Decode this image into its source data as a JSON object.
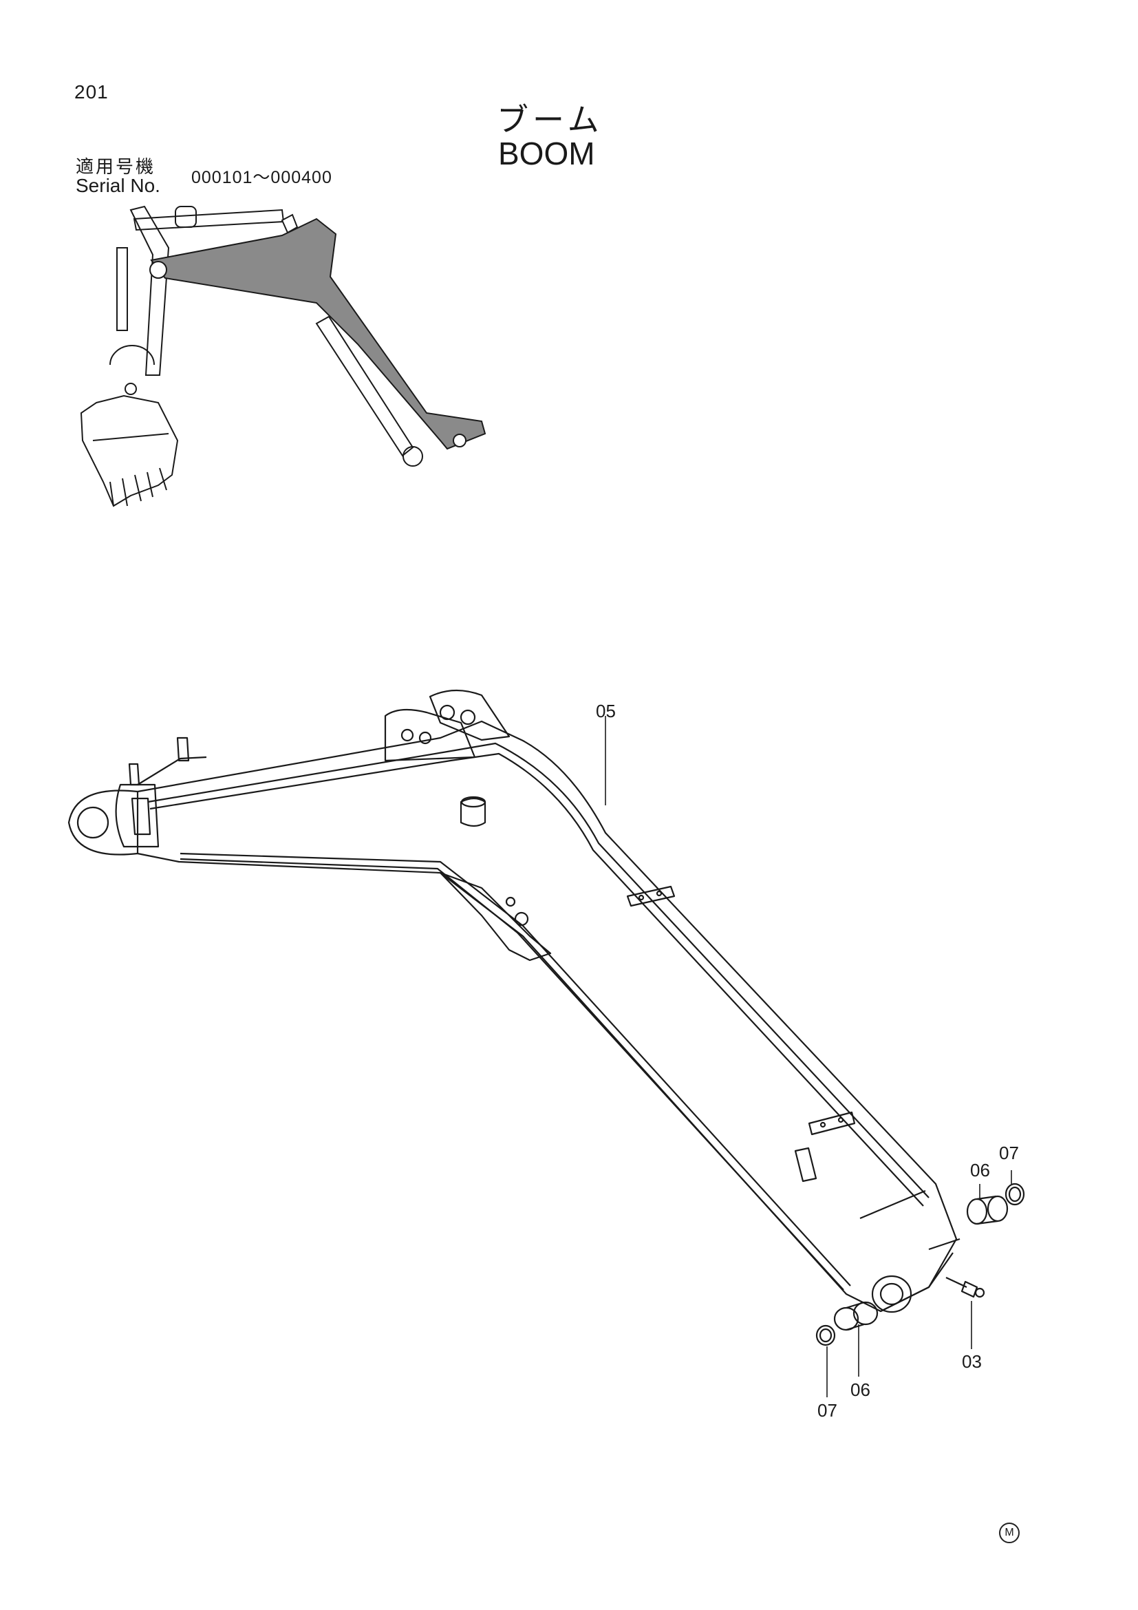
{
  "header": {
    "page_number": "201",
    "title_ja": "ブーム",
    "title_en": "BOOM",
    "serial_label_ja": "適用号機",
    "serial_label_en": "Serial No.",
    "serial_range": "000101～000400"
  },
  "callouts": {
    "boom": "05",
    "bushing_right": "06",
    "seal_right": "07",
    "grease_fitting": "03",
    "bushing_left": "06",
    "seal_left": "07"
  },
  "footer": {
    "mark": "M"
  },
  "colors": {
    "ink": "#1a1a1a",
    "shade": "#8a8a8a",
    "paper": "#ffffff"
  }
}
